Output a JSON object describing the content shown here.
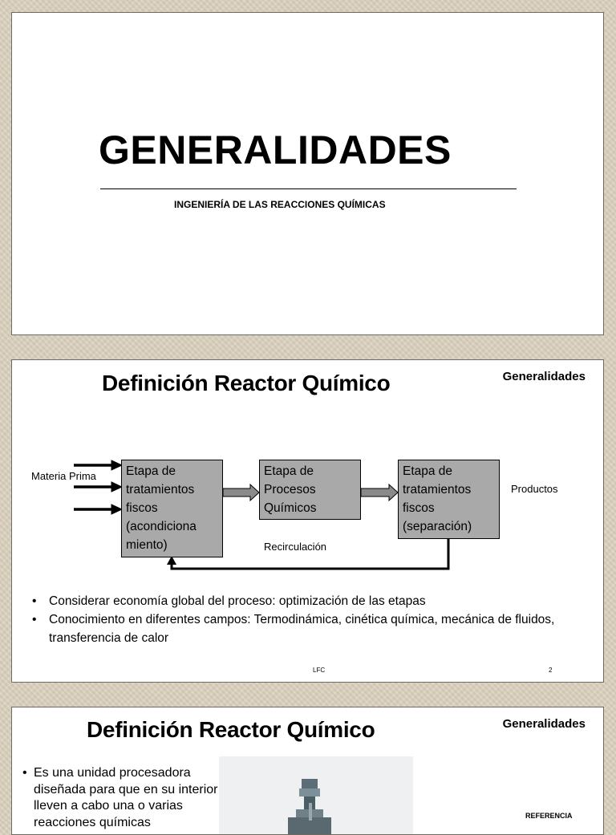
{
  "slide1": {
    "title": "GENERALIDADES",
    "subtitle": "INGENIERÍA DE LAS REACCIONES QUÍMICAS"
  },
  "slide2": {
    "title": "Definición Reactor Químico",
    "section_tag": "Generalidades",
    "diagram": {
      "input_label": "Materia Prima",
      "output_label": "Productos",
      "recirculation_label": "Recirculación",
      "box1_lines": [
        "Etapa de",
        "tratamientos",
        "fiscos",
        "(acondiciona",
        "miento)"
      ],
      "box2_lines": [
        "Etapa de",
        "Procesos",
        "Químicos"
      ],
      "box3_lines": [
        "Etapa de",
        "tratamientos",
        "fiscos",
        "(separación)"
      ]
    },
    "bullets": [
      "Considerar economía global del proceso: optimización de las etapas",
      "Conocimiento en diferentes campos: Termodinámica, cinética química, mecánica de fluidos, transferencia de calor"
    ],
    "footer_center": "LFC",
    "footer_page": "2"
  },
  "slide3": {
    "title": "Definición Reactor Químico",
    "section_tag": "Generalidades",
    "bullets": [
      "Es una unidad procesadora diseñada para que en su interior se lleven a cabo una o varias reacciones químicas"
    ],
    "ref_label": "REFERENCIA"
  },
  "colors": {
    "background": "#d8cfbd",
    "slide": "#ffffff",
    "box_fill": "#a9a9a9",
    "connector_arrow": "#8a8a8a"
  }
}
